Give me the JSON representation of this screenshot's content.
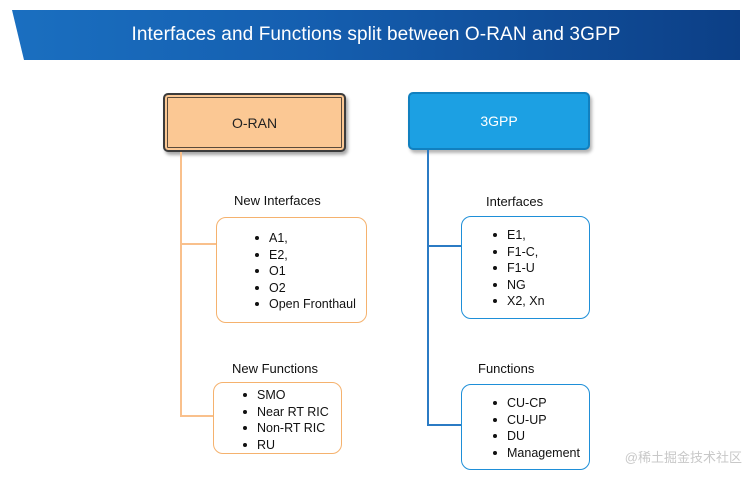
{
  "title": "Interfaces and Functions split between O-RAN and 3GPP",
  "oran": {
    "label": "O-RAN",
    "interfaces": {
      "label": "New Interfaces",
      "items": [
        "A1,",
        "E2,",
        "O1",
        "O2",
        "Open Fronthaul"
      ]
    },
    "functions": {
      "label": "New Functions",
      "items": [
        "SMO",
        "Near RT RIC",
        "Non-RT RIC",
        "RU"
      ]
    }
  },
  "gpp": {
    "label": "3GPP",
    "interfaces": {
      "label": "Interfaces",
      "items": [
        "E1,",
        "F1-C,",
        "F1-U",
        "NG",
        "X2, Xn"
      ]
    },
    "functions": {
      "label": "Functions",
      "items": [
        "CU-CP",
        "CU-UP",
        "DU",
        "Management"
      ]
    }
  },
  "watermark": "@稀土掘金技术社区",
  "colors": {
    "banner": "#155fb0",
    "oran_fill": "#fbc894",
    "oran_line": "#f9c08c",
    "gpp_fill": "#1ca0e3",
    "gpp_line": "#2b7bc4"
  }
}
